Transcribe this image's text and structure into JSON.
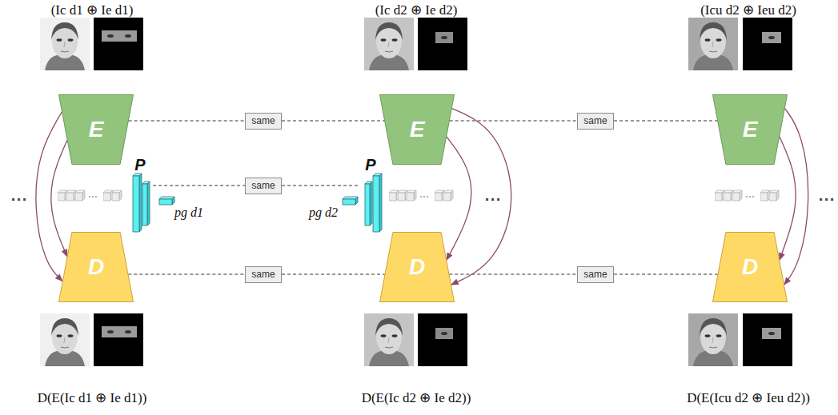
{
  "diagram": {
    "nodes": [
      {
        "text": [
          "E"
        ]
      },
      {
        "text": [
          "same"
        ]
      },
      {
        "text": [
          "E"
        ]
      },
      {
        "text": [
          "same"
        ]
      },
      {
        "text": [
          "E"
        ]
      },
      {
        "text": [
          "P"
        ]
      },
      {
        "text": [
          "same"
        ]
      },
      {
        "text": [
          "P"
        ]
      },
      {
        "text": [
          "D"
        ]
      },
      {
        "text": [
          "same"
        ]
      },
      {
        "text": [
          "D"
        ]
      },
      {
        "text": [
          "same"
        ]
      },
      {
        "text": [
          "D"
        ]
      }
    ],
    "edges": [
      {
        "from": 0,
        "to": 1,
        "arrow": "none"
      },
      {
        "from": 1,
        "to": 2,
        "arrow": "none"
      },
      {
        "from": 2,
        "to": 3,
        "arrow": "none"
      },
      {
        "from": 3,
        "to": 4,
        "arrow": "none"
      },
      {
        "from": 5,
        "to": 6,
        "arrow": "none"
      },
      {
        "from": 6,
        "to": 7,
        "arrow": "none"
      },
      {
        "from": 8,
        "to": 9,
        "arrow": "none"
      },
      {
        "from": 9,
        "to": 10,
        "arrow": "none"
      },
      {
        "from": 10,
        "to": 11,
        "arrow": "none"
      },
      {
        "from": 11,
        "to": 12,
        "arrow": "none"
      },
      {
        "from": 0,
        "to": 8,
        "arrow": "to"
      },
      {
        "from": 0,
        "to": 8,
        "arrow": "to"
      },
      {
        "from": 2,
        "to": 10,
        "arrow": "to"
      },
      {
        "from": 2,
        "to": 10,
        "arrow": "to"
      },
      {
        "from": 4,
        "to": 12,
        "arrow": "to"
      },
      {
        "from": 4,
        "to": 12,
        "arrow": "to"
      }
    ],
    "labels": [
      "(Ic d1 ⊕ Ie d1)",
      "(Ic d2 ⊕ Ie d2)",
      "(Icu d2 ⊕ Ieu d2)",
      "D(E(Ic d1 ⊕ Ie d1))",
      "D(E(Ic d2 ⊕ Ie d2))",
      "D(E(Icu d2 ⊕ Ieu d2))",
      "pg d1",
      "pg d2",
      "...",
      "...",
      "..."
    ]
  }
}
